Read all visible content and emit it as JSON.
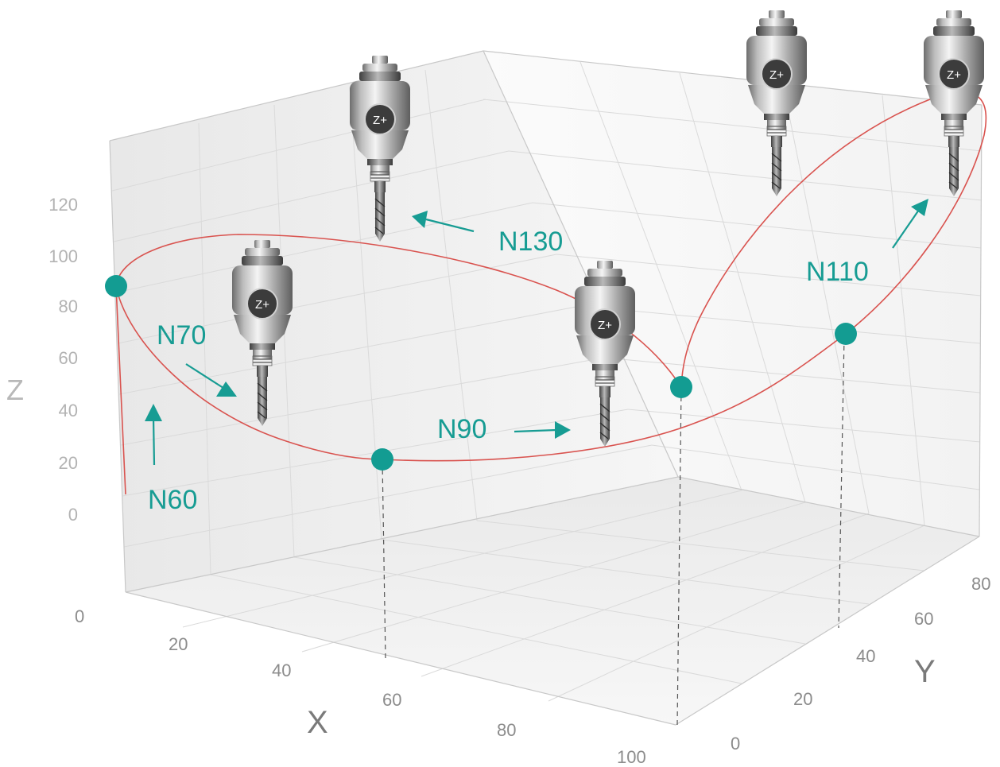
{
  "axes": {
    "x_title": "X",
    "y_title": "Y",
    "z_title": "Z",
    "x_ticks": [
      "0",
      "20",
      "40",
      "60",
      "80",
      "100"
    ],
    "y_ticks": [
      "0",
      "20",
      "40",
      "60",
      "80"
    ],
    "z_ticks": [
      "0",
      "20",
      "40",
      "60",
      "80",
      "100",
      "120"
    ]
  },
  "blocks": {
    "n60": "N60",
    "n70": "N70",
    "n90": "N90",
    "n110": "N110",
    "n130": "N130"
  },
  "tool_badge": "Z+",
  "tools": [
    {
      "badge": "Z+"
    },
    {
      "badge": "Z+"
    },
    {
      "badge": "Z+"
    },
    {
      "badge": "Z+"
    },
    {
      "badge": "Z+"
    }
  ],
  "colors": {
    "path": "#d9534f",
    "accent": "#179c93",
    "grid": "#dadada"
  }
}
